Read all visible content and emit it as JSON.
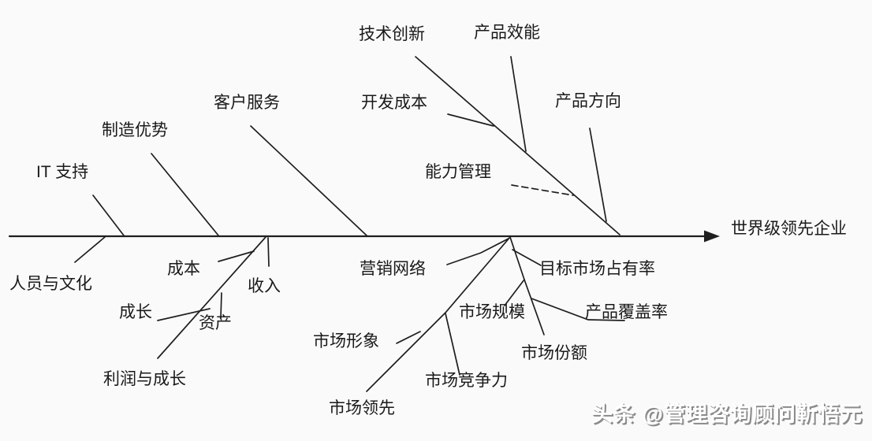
{
  "diagram": {
    "type": "fishbone",
    "effect": "世界级领先企业",
    "watermark": "头条 @管理咨询顾问靳悟元",
    "colors": {
      "background": "#fafafa",
      "line": "#1f1f1f",
      "text": "#1a1a1a",
      "watermark_text": "#ffffff",
      "watermark_shadow": "#8a8a8a"
    },
    "branches": {
      "top": [
        {
          "key": "it_support",
          "label": "IT 支持"
        },
        {
          "key": "manufacturing_advantage",
          "label": "制造优势"
        },
        {
          "key": "customer_service",
          "label": "客户服务"
        },
        {
          "key": "tech_innovation",
          "label": "技术创新",
          "sub": [
            {
              "key": "dev_cost",
              "label": "开发成本"
            },
            {
              "key": "product_performance",
              "label": "产品效能"
            },
            {
              "key": "capability_mgmt",
              "label": "能力管理"
            },
            {
              "key": "product_direction",
              "label": "产品方向"
            }
          ]
        }
      ],
      "bottom": [
        {
          "key": "people_culture",
          "label": "人员与文化"
        },
        {
          "key": "profit_growth",
          "label": "利润与成长",
          "sub": [
            {
              "key": "cost",
              "label": "成本"
            },
            {
              "key": "revenue",
              "label": "收入"
            },
            {
              "key": "growth",
              "label": "成长"
            },
            {
              "key": "assets",
              "label": "资产"
            }
          ]
        },
        {
          "key": "market_leadership",
          "label": "市场领先",
          "sub": [
            {
              "key": "marketing_network",
              "label": "营销网络"
            },
            {
              "key": "market_image",
              "label": "市场形象"
            },
            {
              "key": "market_competitiveness",
              "label": "市场竞争力"
            }
          ]
        },
        {
          "key": "market_share",
          "label": "市场份额",
          "sub": [
            {
              "key": "target_market_share",
              "label": "目标市场占有率"
            },
            {
              "key": "market_scale",
              "label": "市场规模"
            },
            {
              "key": "product_coverage",
              "label": "产品覆盖率"
            }
          ]
        }
      ]
    }
  }
}
